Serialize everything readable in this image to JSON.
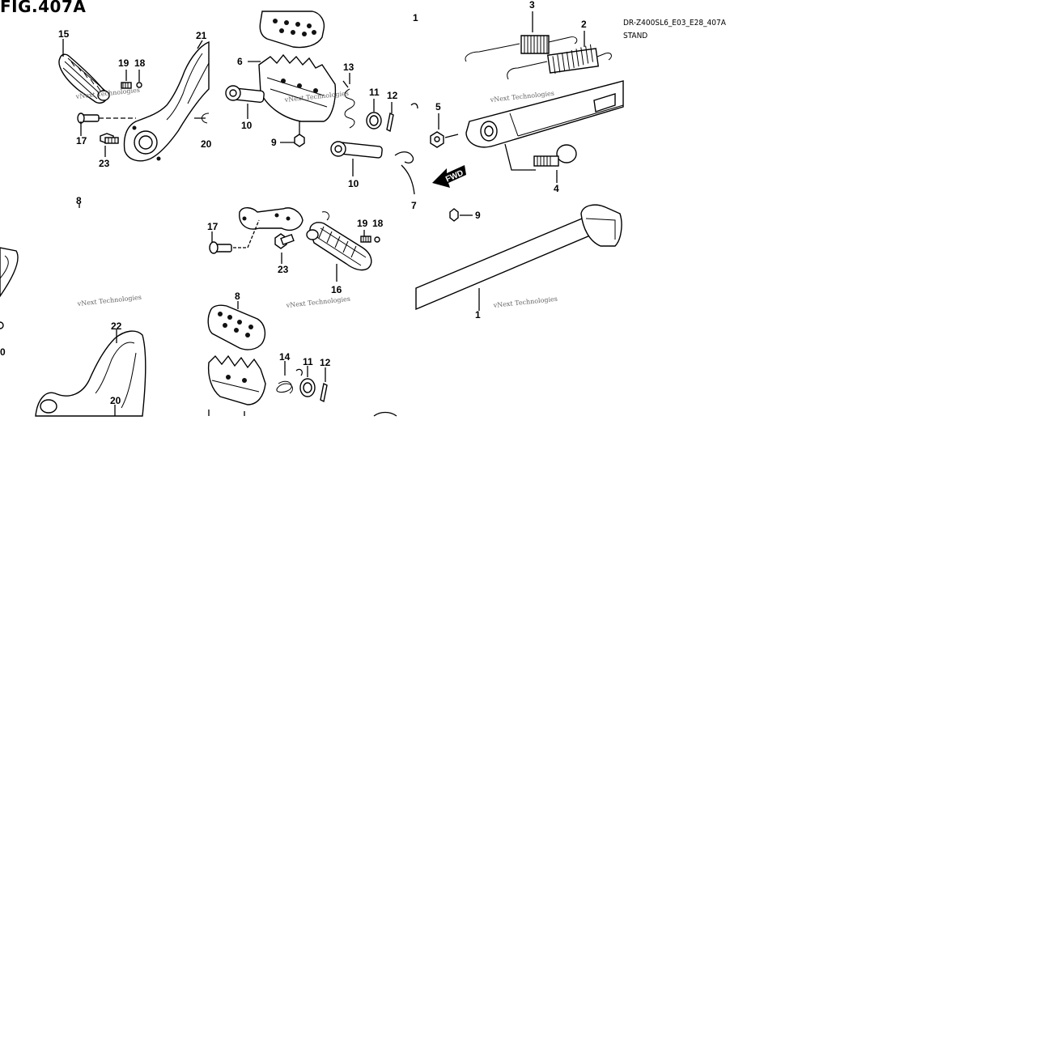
{
  "figure": {
    "title": "FIG.407A",
    "code": "DR-Z400SL6_E03_E28_407A",
    "name": "STAND"
  },
  "watermark": "vNext Technologies",
  "callouts": {
    "c15": "15",
    "c21": "21",
    "c19a": "19",
    "c18a": "18",
    "c17a": "17",
    "c23a": "23",
    "c20a": "20",
    "c8a": "8",
    "c6": "6",
    "c10a": "10",
    "c9a": "9",
    "c13": "13",
    "c11a": "11",
    "c12a": "12",
    "c10b": "10",
    "c7": "7",
    "c1top": "1",
    "c3": "3",
    "c2": "2",
    "c5": "5",
    "c4": "4",
    "c9b": "9",
    "c1": "1",
    "c17b": "17",
    "c23b": "23",
    "c19b": "19",
    "c18b": "18",
    "c16": "16",
    "c8b": "8",
    "c14": "14",
    "c11b": "11",
    "c12b": "12",
    "c22": "22",
    "c20b": "20",
    "c0": "0"
  }
}
